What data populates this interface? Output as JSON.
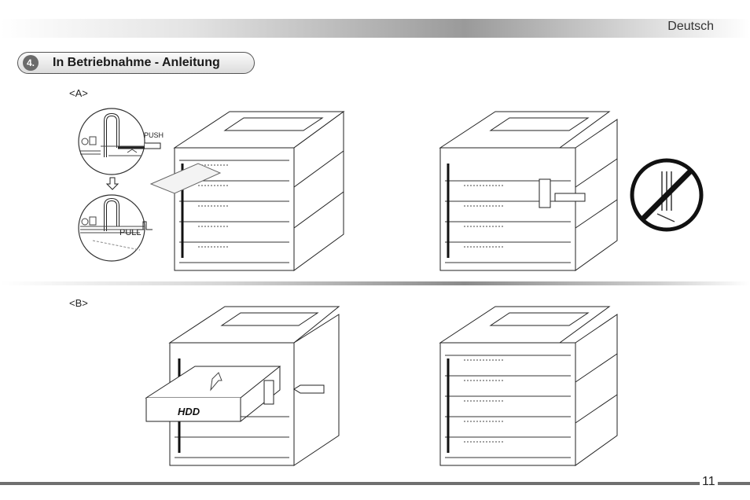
{
  "header": {
    "language": "Deutsch"
  },
  "section": {
    "number": "4.",
    "title": "In Betriebnahme - Anleitung"
  },
  "steps": {
    "a": {
      "label": "<A>",
      "push_label": "PUSH",
      "pull_label": "PULL"
    },
    "b": {
      "label": "<B>",
      "hdd_label": "HDD"
    }
  },
  "footer": {
    "page_number": "11"
  }
}
